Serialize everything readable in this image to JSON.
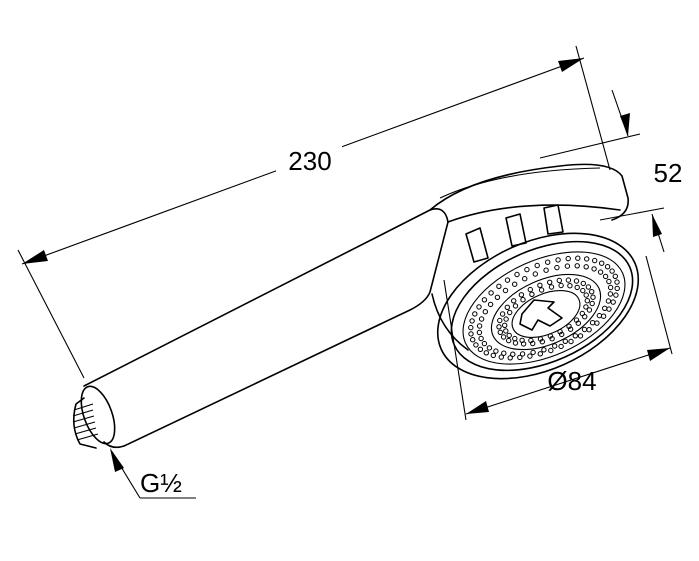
{
  "dimensions": {
    "length": "230",
    "head_height": "52",
    "head_diameter": "Ø84",
    "thread": "G½"
  }
}
